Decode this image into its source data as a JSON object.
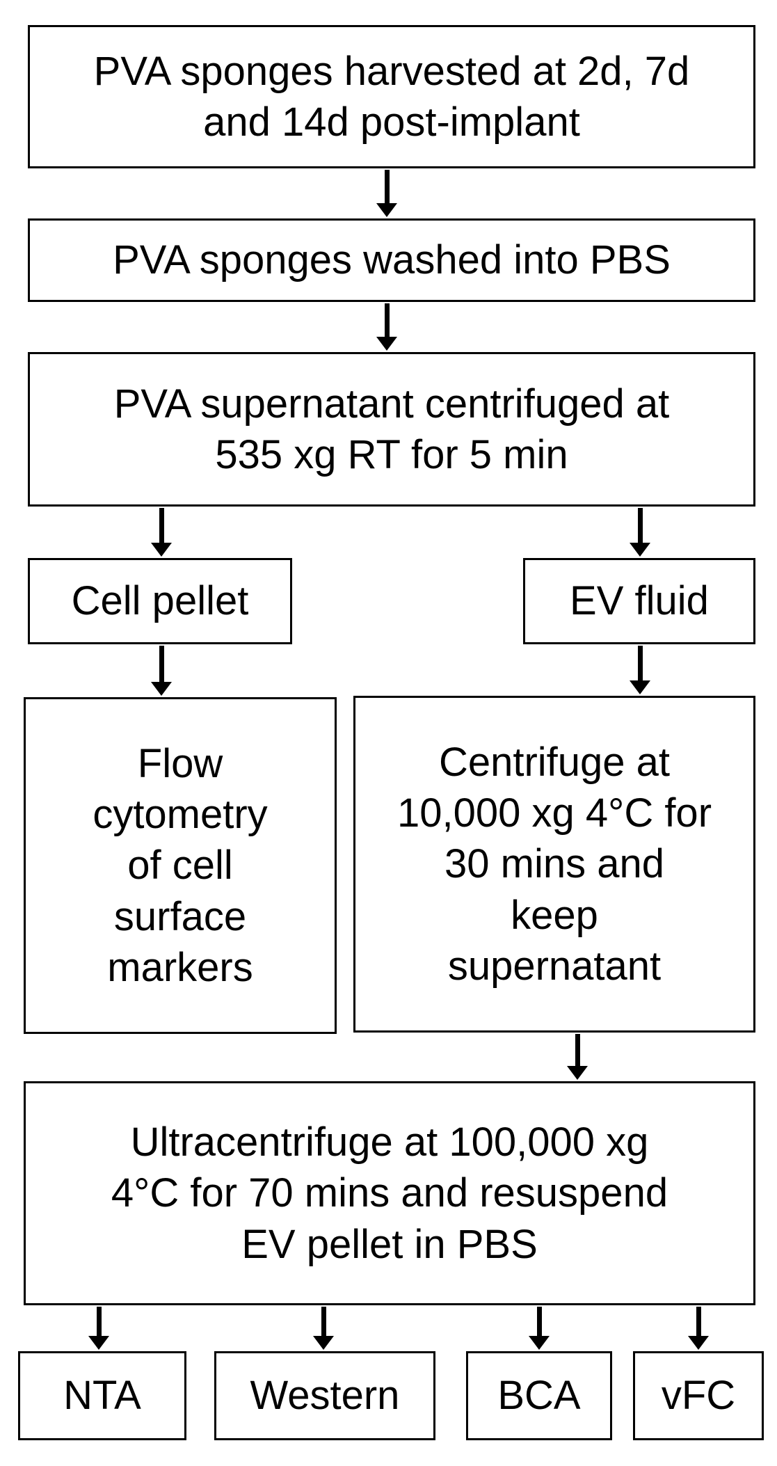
{
  "diagram": {
    "steps": {
      "harvest": "PVA sponges harvested at 2d, 7d\nand 14d post-implant",
      "wash": "PVA sponges washed into PBS",
      "centrifuge_rt": "PVA supernatant centrifuged at\n535 xg RT for 5 min",
      "cell_pellet": "Cell pellet",
      "ev_fluid": "EV fluid",
      "flow_cytometry": "Flow\ncytometry\nof cell\nsurface\nmarkers",
      "centrifuge_4c": "Centrifuge at\n10,000 xg 4°C for\n30 mins and\nkeep\nsupernatant",
      "ultracentrifuge": "Ultracentrifuge at 100,000 xg\n4°C for 70 mins and resuspend\nEV pellet in PBS"
    },
    "outputs": {
      "nta": "NTA",
      "western": "Western",
      "bca": "BCA",
      "vfc": "vFC"
    }
  }
}
